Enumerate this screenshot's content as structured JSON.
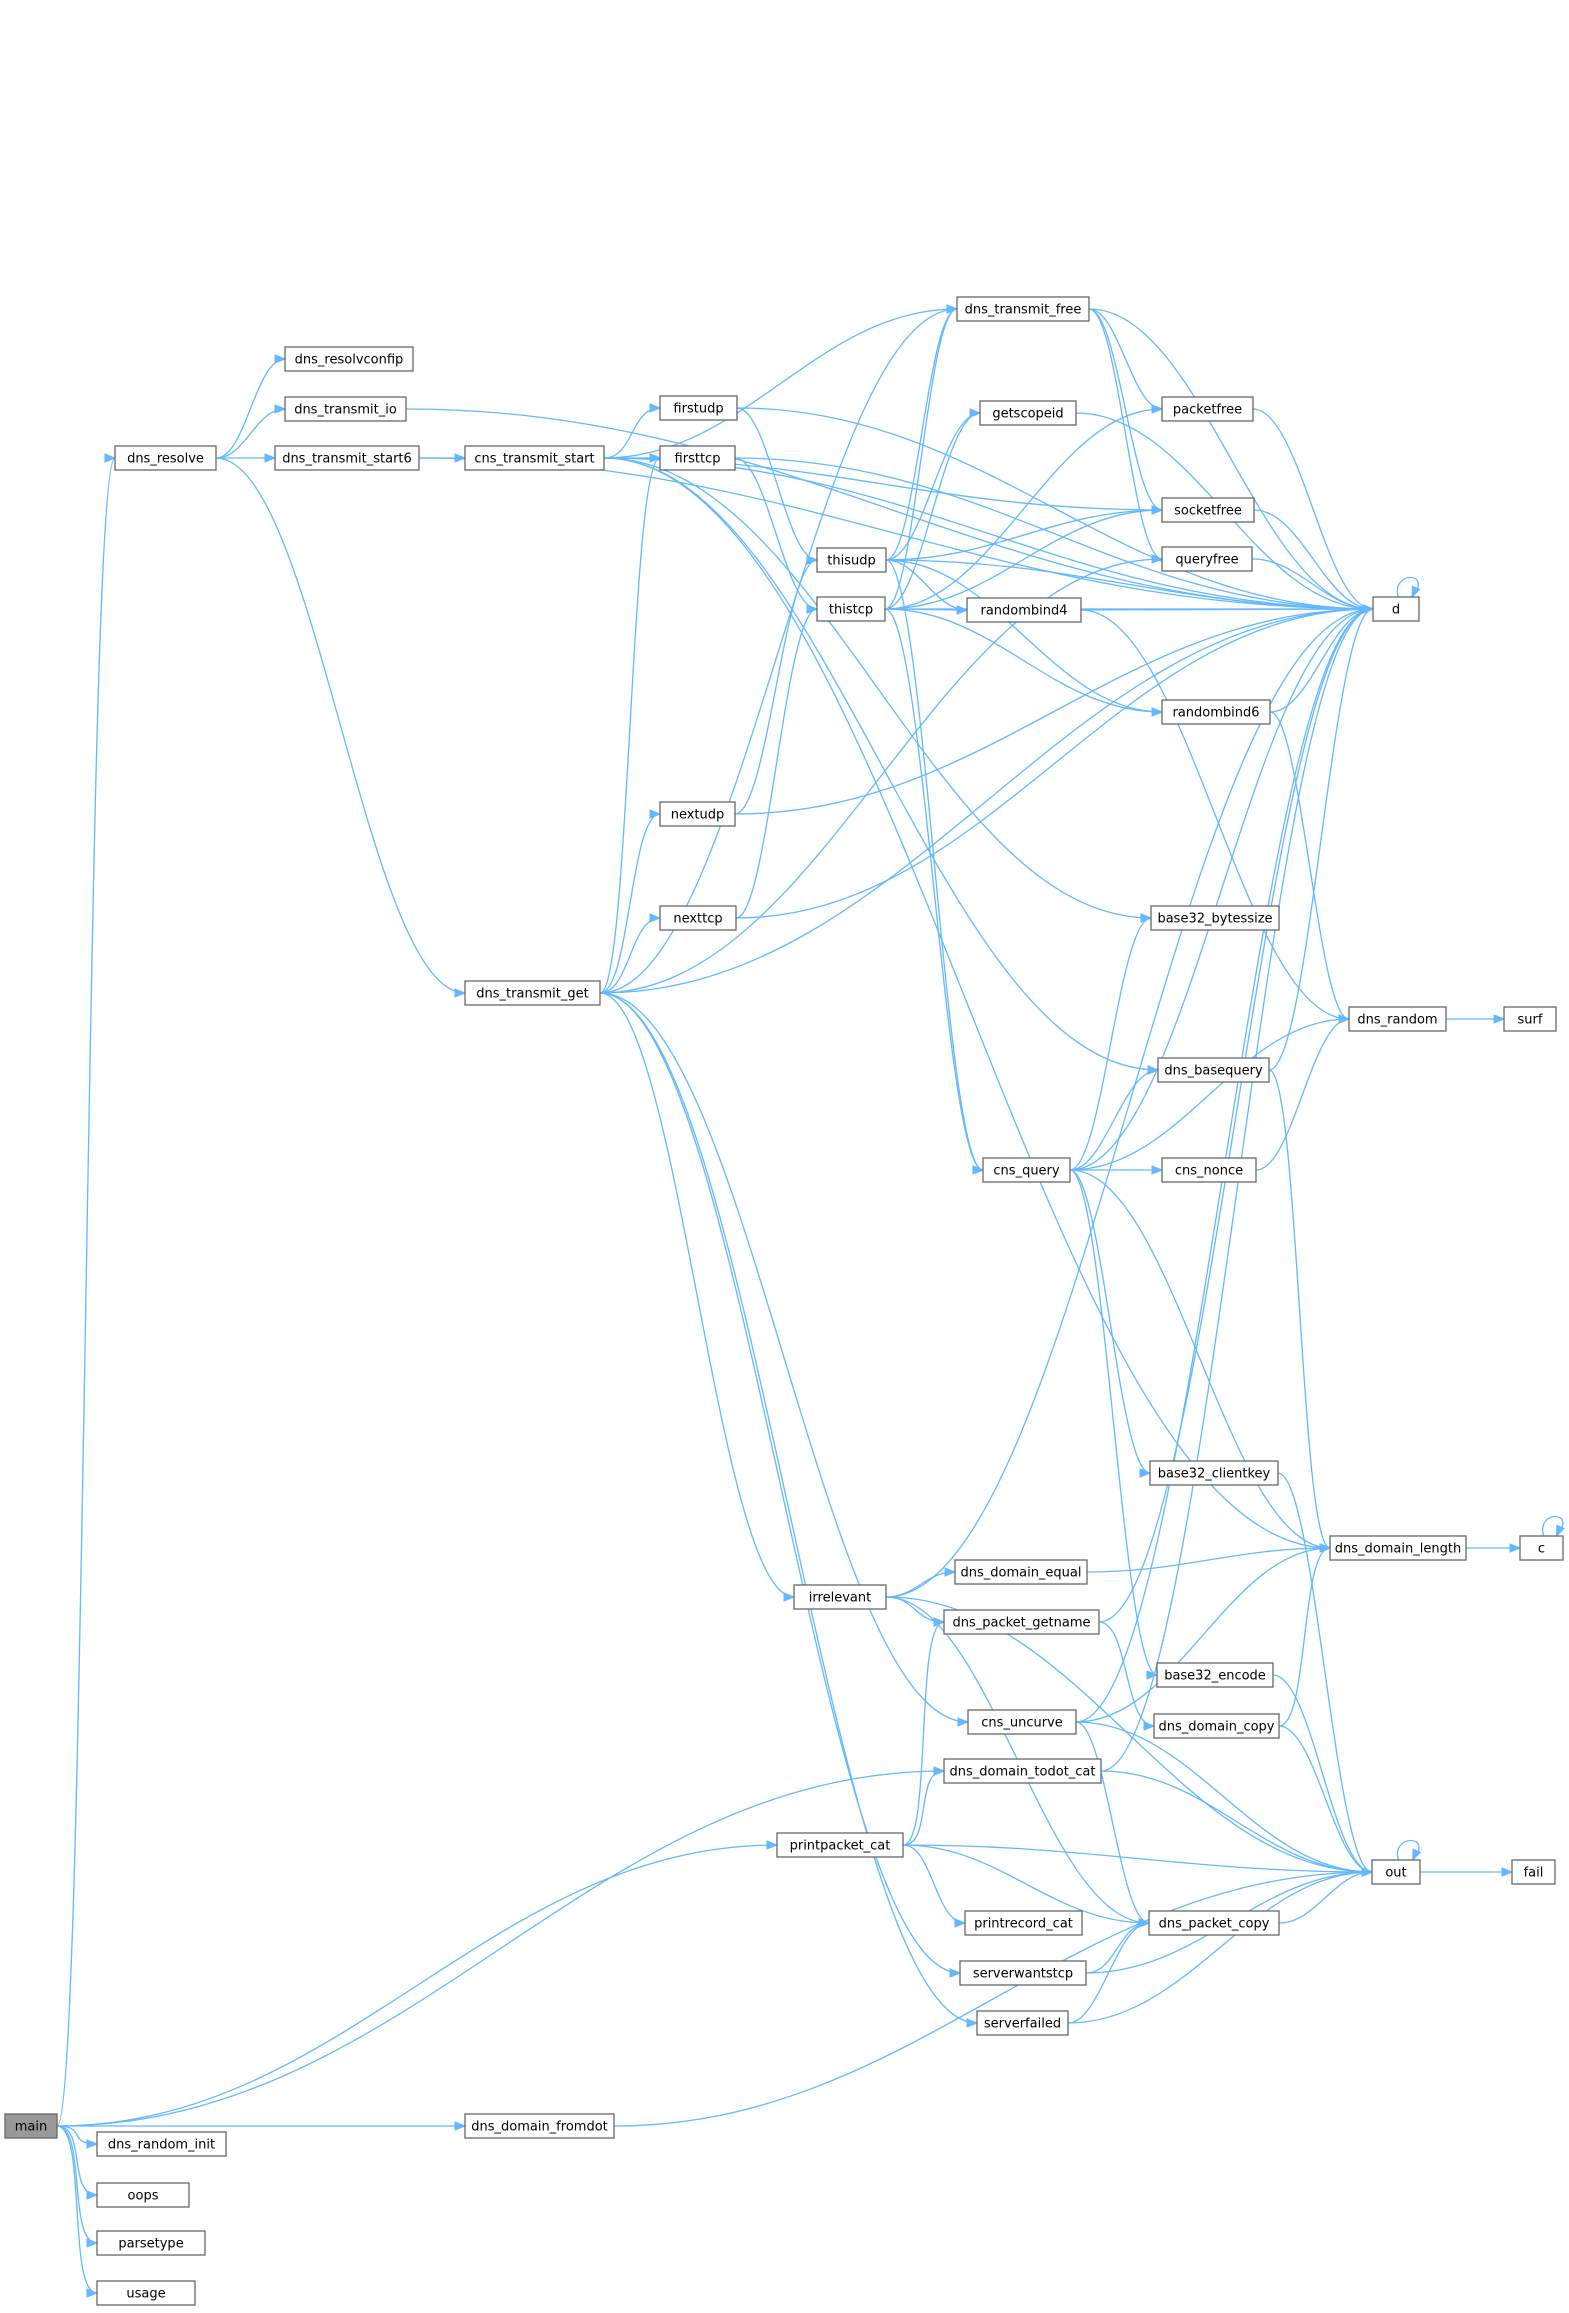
{
  "graph": {
    "root": "main",
    "colors": {
      "edge": "#63b8ff",
      "node_border": "#666666",
      "node_fill": "#ffffff",
      "root_fill": "#999999",
      "text": "#000000"
    },
    "nodes": [
      {
        "id": "main",
        "label": "main"
      },
      {
        "id": "dns_random_init",
        "label": "dns_random_init"
      },
      {
        "id": "oops",
        "label": "oops"
      },
      {
        "id": "parsetype",
        "label": "parsetype"
      },
      {
        "id": "usage",
        "label": "usage"
      },
      {
        "id": "dns_domain_fromdot",
        "label": "dns_domain_fromdot"
      },
      {
        "id": "dns_resolve",
        "label": "dns_resolve"
      },
      {
        "id": "dns_resolvconfip",
        "label": "dns_resolvconfip"
      },
      {
        "id": "dns_transmit_io",
        "label": "dns_transmit_io"
      },
      {
        "id": "dns_transmit_start6",
        "label": "dns_transmit_start6"
      },
      {
        "id": "cns_transmit_start",
        "label": "cns_transmit_start"
      },
      {
        "id": "dns_transmit_get",
        "label": "dns_transmit_get"
      },
      {
        "id": "firstudp",
        "label": "firstudp"
      },
      {
        "id": "firsttcp",
        "label": "firsttcp"
      },
      {
        "id": "thisudp",
        "label": "thisudp"
      },
      {
        "id": "thistcp",
        "label": "thistcp"
      },
      {
        "id": "nextudp",
        "label": "nextudp"
      },
      {
        "id": "nexttcp",
        "label": "nexttcp"
      },
      {
        "id": "dns_transmit_free",
        "label": "dns_transmit_free"
      },
      {
        "id": "getscopeid",
        "label": "getscopeid"
      },
      {
        "id": "packetfree",
        "label": "packetfree"
      },
      {
        "id": "socketfree",
        "label": "socketfree"
      },
      {
        "id": "queryfree",
        "label": "queryfree"
      },
      {
        "id": "randombind4",
        "label": "randombind4"
      },
      {
        "id": "randombind6",
        "label": "randombind6"
      },
      {
        "id": "d",
        "label": "d"
      },
      {
        "id": "base32_bytessize",
        "label": "base32_bytessize"
      },
      {
        "id": "dns_random",
        "label": "dns_random"
      },
      {
        "id": "surf",
        "label": "surf"
      },
      {
        "id": "dns_basequery",
        "label": "dns_basequery"
      },
      {
        "id": "cns_query",
        "label": "cns_query"
      },
      {
        "id": "cns_nonce",
        "label": "cns_nonce"
      },
      {
        "id": "base32_clientkey",
        "label": "base32_clientkey"
      },
      {
        "id": "dns_domain_length",
        "label": "dns_domain_length"
      },
      {
        "id": "c",
        "label": "c"
      },
      {
        "id": "irrelevant",
        "label": "irrelevant"
      },
      {
        "id": "dns_domain_equal",
        "label": "dns_domain_equal"
      },
      {
        "id": "dns_packet_getname",
        "label": "dns_packet_getname"
      },
      {
        "id": "base32_encode",
        "label": "base32_encode"
      },
      {
        "id": "cns_uncurve",
        "label": "cns_uncurve"
      },
      {
        "id": "dns_domain_copy",
        "label": "dns_domain_copy"
      },
      {
        "id": "dns_domain_todot_cat",
        "label": "dns_domain_todot_cat"
      },
      {
        "id": "printpacket_cat",
        "label": "printpacket_cat"
      },
      {
        "id": "out",
        "label": "out"
      },
      {
        "id": "fail",
        "label": "fail"
      },
      {
        "id": "printrecord_cat",
        "label": "printrecord_cat"
      },
      {
        "id": "dns_packet_copy",
        "label": "dns_packet_copy"
      },
      {
        "id": "serverwantstcp",
        "label": "serverwantstcp"
      },
      {
        "id": "serverfailed",
        "label": "serverfailed"
      }
    ],
    "edges": [
      [
        "main",
        "dns_resolve"
      ],
      [
        "main",
        "dns_domain_todot_cat"
      ],
      [
        "main",
        "printpacket_cat"
      ],
      [
        "main",
        "dns_domain_fromdot"
      ],
      [
        "main",
        "dns_random_init"
      ],
      [
        "main",
        "oops"
      ],
      [
        "main",
        "parsetype"
      ],
      [
        "main",
        "usage"
      ],
      [
        "dns_resolve",
        "dns_resolvconfip"
      ],
      [
        "dns_resolve",
        "dns_transmit_io"
      ],
      [
        "dns_resolve",
        "dns_transmit_start6"
      ],
      [
        "dns_resolve",
        "dns_transmit_get"
      ],
      [
        "dns_transmit_io",
        "d"
      ],
      [
        "dns_transmit_start6",
        "cns_transmit_start"
      ],
      [
        "dns_transmit_start6",
        "d"
      ],
      [
        "cns_transmit_start",
        "firstudp"
      ],
      [
        "cns_transmit_start",
        "firsttcp"
      ],
      [
        "cns_transmit_start",
        "dns_transmit_free"
      ],
      [
        "cns_transmit_start",
        "d"
      ],
      [
        "cns_transmit_start",
        "base32_bytessize"
      ],
      [
        "cns_transmit_start",
        "dns_basequery"
      ],
      [
        "cns_transmit_start",
        "dns_domain_length"
      ],
      [
        "cns_transmit_start",
        "socketfree"
      ],
      [
        "firstudp",
        "thisudp"
      ],
      [
        "firstudp",
        "d"
      ],
      [
        "firsttcp",
        "thistcp"
      ],
      [
        "firsttcp",
        "d"
      ],
      [
        "thisudp",
        "dns_transmit_free"
      ],
      [
        "thisudp",
        "getscopeid"
      ],
      [
        "thisudp",
        "randombind4"
      ],
      [
        "thisudp",
        "randombind6"
      ],
      [
        "thisudp",
        "d"
      ],
      [
        "thisudp",
        "cns_query"
      ],
      [
        "thisudp",
        "socketfree"
      ],
      [
        "thistcp",
        "dns_transmit_free"
      ],
      [
        "thistcp",
        "getscopeid"
      ],
      [
        "thistcp",
        "packetfree"
      ],
      [
        "thistcp",
        "socketfree"
      ],
      [
        "thistcp",
        "randombind4"
      ],
      [
        "thistcp",
        "randombind6"
      ],
      [
        "thistcp",
        "d"
      ],
      [
        "thistcp",
        "cns_query"
      ],
      [
        "dns_transmit_free",
        "packetfree"
      ],
      [
        "dns_transmit_free",
        "socketfree"
      ],
      [
        "dns_transmit_free",
        "queryfree"
      ],
      [
        "dns_transmit_free",
        "d"
      ],
      [
        "getscopeid",
        "d"
      ],
      [
        "packetfree",
        "d"
      ],
      [
        "socketfree",
        "d"
      ],
      [
        "queryfree",
        "d"
      ],
      [
        "randombind4",
        "d"
      ],
      [
        "randombind4",
        "dns_random"
      ],
      [
        "randombind6",
        "d"
      ],
      [
        "randombind6",
        "dns_random"
      ],
      [
        "d",
        "d"
      ],
      [
        "nextudp",
        "thisudp"
      ],
      [
        "nextudp",
        "d"
      ],
      [
        "nexttcp",
        "thistcp"
      ],
      [
        "nexttcp",
        "d"
      ],
      [
        "dns_transmit_get",
        "firsttcp"
      ],
      [
        "dns_transmit_get",
        "nextudp"
      ],
      [
        "dns_transmit_get",
        "nexttcp"
      ],
      [
        "dns_transmit_get",
        "dns_transmit_free"
      ],
      [
        "dns_transmit_get",
        "queryfree"
      ],
      [
        "dns_transmit_get",
        "d"
      ],
      [
        "dns_transmit_get",
        "irrelevant"
      ],
      [
        "dns_transmit_get",
        "cns_uncurve"
      ],
      [
        "dns_transmit_get",
        "serverwantstcp"
      ],
      [
        "dns_transmit_get",
        "serverfailed"
      ],
      [
        "dns_random",
        "surf"
      ],
      [
        "dns_basequery",
        "d"
      ],
      [
        "dns_basequery",
        "dns_domain_length"
      ],
      [
        "cns_query",
        "dns_basequery"
      ],
      [
        "cns_query",
        "cns_nonce"
      ],
      [
        "cns_query",
        "dns_random"
      ],
      [
        "cns_query",
        "d"
      ],
      [
        "cns_query",
        "base32_bytessize"
      ],
      [
        "cns_query",
        "base32_clientkey"
      ],
      [
        "cns_query",
        "base32_encode"
      ],
      [
        "cns_query",
        "dns_domain_length"
      ],
      [
        "cns_nonce",
        "dns_random"
      ],
      [
        "base32_clientkey",
        "out"
      ],
      [
        "dns_domain_length",
        "c"
      ],
      [
        "c",
        "c"
      ],
      [
        "irrelevant",
        "d"
      ],
      [
        "irrelevant",
        "dns_domain_equal"
      ],
      [
        "irrelevant",
        "dns_packet_getname"
      ],
      [
        "irrelevant",
        "dns_packet_copy"
      ],
      [
        "irrelevant",
        "out"
      ],
      [
        "dns_domain_equal",
        "dns_domain_length"
      ],
      [
        "dns_packet_getname",
        "d"
      ],
      [
        "dns_packet_getname",
        "dns_domain_copy"
      ],
      [
        "base32_encode",
        "out"
      ],
      [
        "cns_uncurve",
        "d"
      ],
      [
        "cns_uncurve",
        "dns_domain_length"
      ],
      [
        "cns_uncurve",
        "dns_packet_copy"
      ],
      [
        "cns_uncurve",
        "out"
      ],
      [
        "dns_domain_copy",
        "dns_domain_length"
      ],
      [
        "dns_domain_copy",
        "out"
      ],
      [
        "dns_domain_todot_cat",
        "d"
      ],
      [
        "dns_domain_todot_cat",
        "out"
      ],
      [
        "printpacket_cat",
        "dns_packet_getname"
      ],
      [
        "printpacket_cat",
        "dns_domain_todot_cat"
      ],
      [
        "printpacket_cat",
        "printrecord_cat"
      ],
      [
        "printpacket_cat",
        "dns_packet_copy"
      ],
      [
        "printpacket_cat",
        "out"
      ],
      [
        "dns_packet_copy",
        "out"
      ],
      [
        "serverwantstcp",
        "dns_packet_copy"
      ],
      [
        "serverwantstcp",
        "out"
      ],
      [
        "serverfailed",
        "dns_packet_copy"
      ],
      [
        "serverfailed",
        "out"
      ],
      [
        "dns_domain_fromdot",
        "out"
      ],
      [
        "out",
        "out"
      ],
      [
        "out",
        "fail"
      ]
    ]
  }
}
